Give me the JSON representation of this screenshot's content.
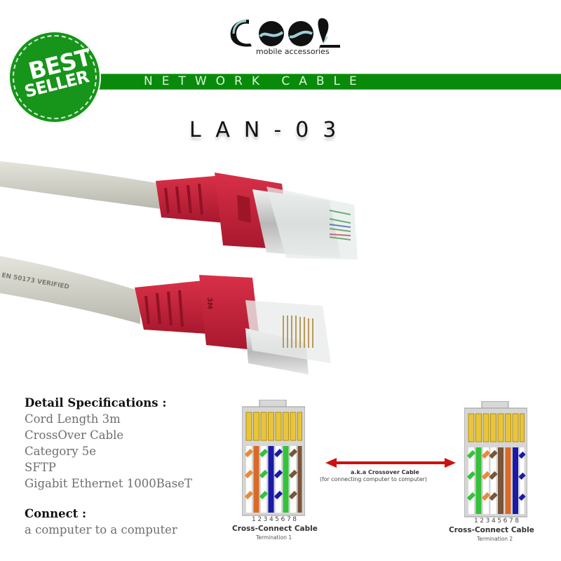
{
  "brand": {
    "logo_text": "COOL",
    "tagline": "mobile accessories"
  },
  "badge": {
    "line1": "BEST",
    "line2": "SELLER",
    "color": "#17941a"
  },
  "banner": {
    "title": "NETWORK CABLE",
    "color": "#0a8a0a"
  },
  "product": {
    "model": "LAN-03",
    "cable_print": "EN 50173 VERIFIED",
    "connector_mark": "3M",
    "boot_color": "#c4203a",
    "jacket_color": "#d3d3cb"
  },
  "specs": {
    "heading": "Detail Specifications :",
    "items": [
      "Cord Length 3m",
      "CrossOver Cable",
      "Category 5e",
      "SFTP",
      "Gigabit Ethernet 1000BaseT"
    ],
    "connect_heading": "Connect :",
    "connect_value": "a computer to a computer"
  },
  "diagram": {
    "pin_numbers": "12345678",
    "left": {
      "title": "Cross-Connect Cable",
      "subtitle": "Termination 1",
      "wires": [
        "orange-white",
        "orange",
        "green-white",
        "blue",
        "blue-white",
        "green",
        "brown-white",
        "brown"
      ]
    },
    "right": {
      "title": "Cross-Connect Cable",
      "subtitle": "Termination 2",
      "wires": [
        "green-white",
        "green",
        "orange-white",
        "brown-white",
        "brown",
        "orange",
        "blue",
        "blue-white"
      ]
    },
    "arrow_label": "a.k.a Crossover Cable",
    "arrow_note": "(for connecting computer to computer)",
    "arrow_color": "#cc1111"
  }
}
